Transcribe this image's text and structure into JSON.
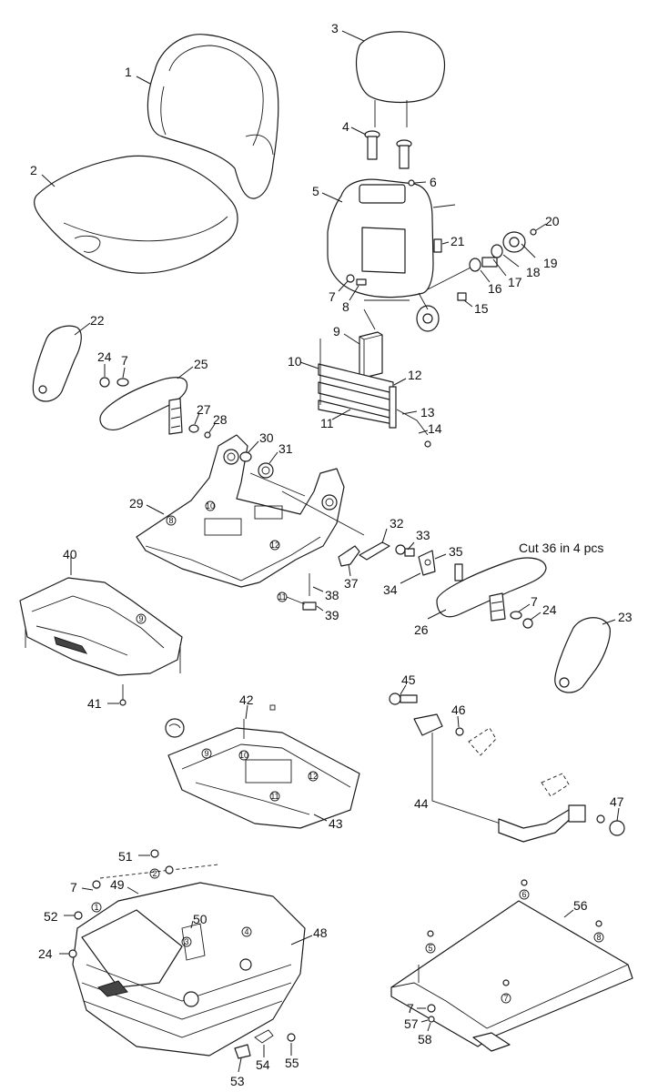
{
  "callouts": {
    "c1": "1",
    "c2": "2",
    "c3": "3",
    "c4": "4",
    "c5": "5",
    "c6": "6",
    "c7a": "7",
    "c7b": "7",
    "c7c": "7",
    "c7d": "7",
    "c7e": "7",
    "c8": "8",
    "c9": "9",
    "c10": "10",
    "c11": "11",
    "c12": "12",
    "c13": "13",
    "c14": "14",
    "c15": "15",
    "c16": "16",
    "c17": "17",
    "c18": "18",
    "c19": "19",
    "c20": "20",
    "c21": "21",
    "c22": "22",
    "c23": "23",
    "c24a": "24",
    "c24b": "24",
    "c24c": "24",
    "c25": "25",
    "c26": "26",
    "c27": "27",
    "c28": "28",
    "c29": "29",
    "c30": "30",
    "c31": "31",
    "c32": "32",
    "c33": "33",
    "c34": "34",
    "c35": "35",
    "c37": "37",
    "c38": "38",
    "c39": "39",
    "c40": "40",
    "c41": "41",
    "c42": "42",
    "c43": "43",
    "c44": "44",
    "c45": "45",
    "c46": "46",
    "c47": "47",
    "c48": "48",
    "c49": "49",
    "c50": "50",
    "c51": "51",
    "c52": "52",
    "c53": "53",
    "c54": "54",
    "c55": "55",
    "c56": "56",
    "c57": "57",
    "c58": "58"
  },
  "note": "Cut 36 in 4 pcs",
  "circled_refs": {
    "r8": "8",
    "r10": "10",
    "r11": "11",
    "r12": "12",
    "r9": "9",
    "r9b": "9",
    "r10b": "10",
    "r12b": "12",
    "r11b": "11",
    "r2": "2",
    "r1": "1",
    "r3": "3",
    "r4": "4",
    "r5": "5",
    "r6": "6",
    "r7": "7",
    "r8b": "8"
  }
}
